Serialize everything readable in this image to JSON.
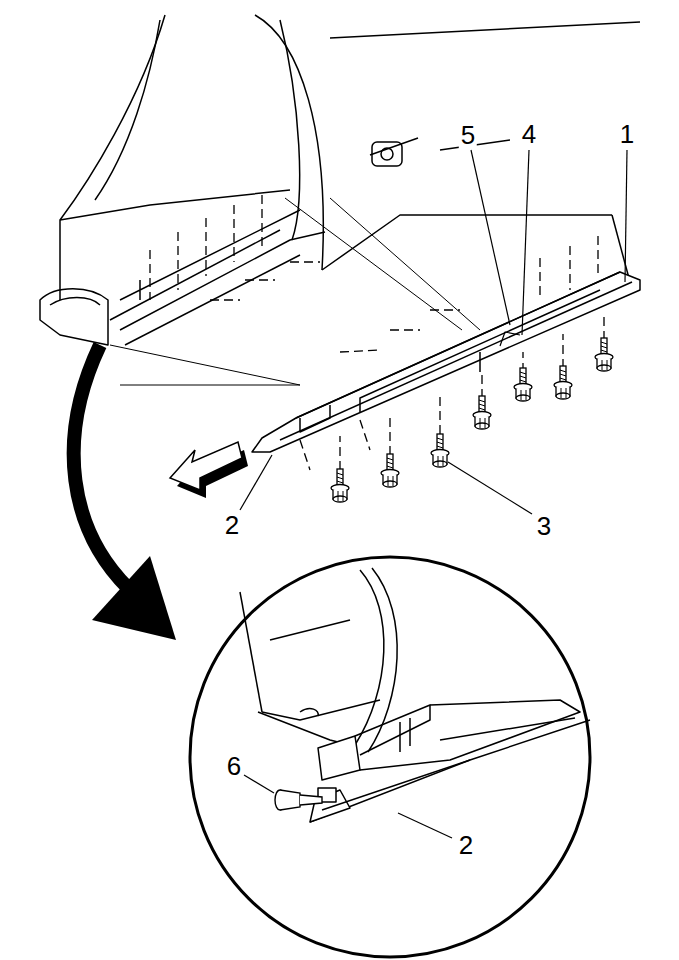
{
  "diagram": {
    "labels": [
      "5",
      "4",
      "1",
      "2",
      "3",
      "6",
      "2"
    ]
  }
}
